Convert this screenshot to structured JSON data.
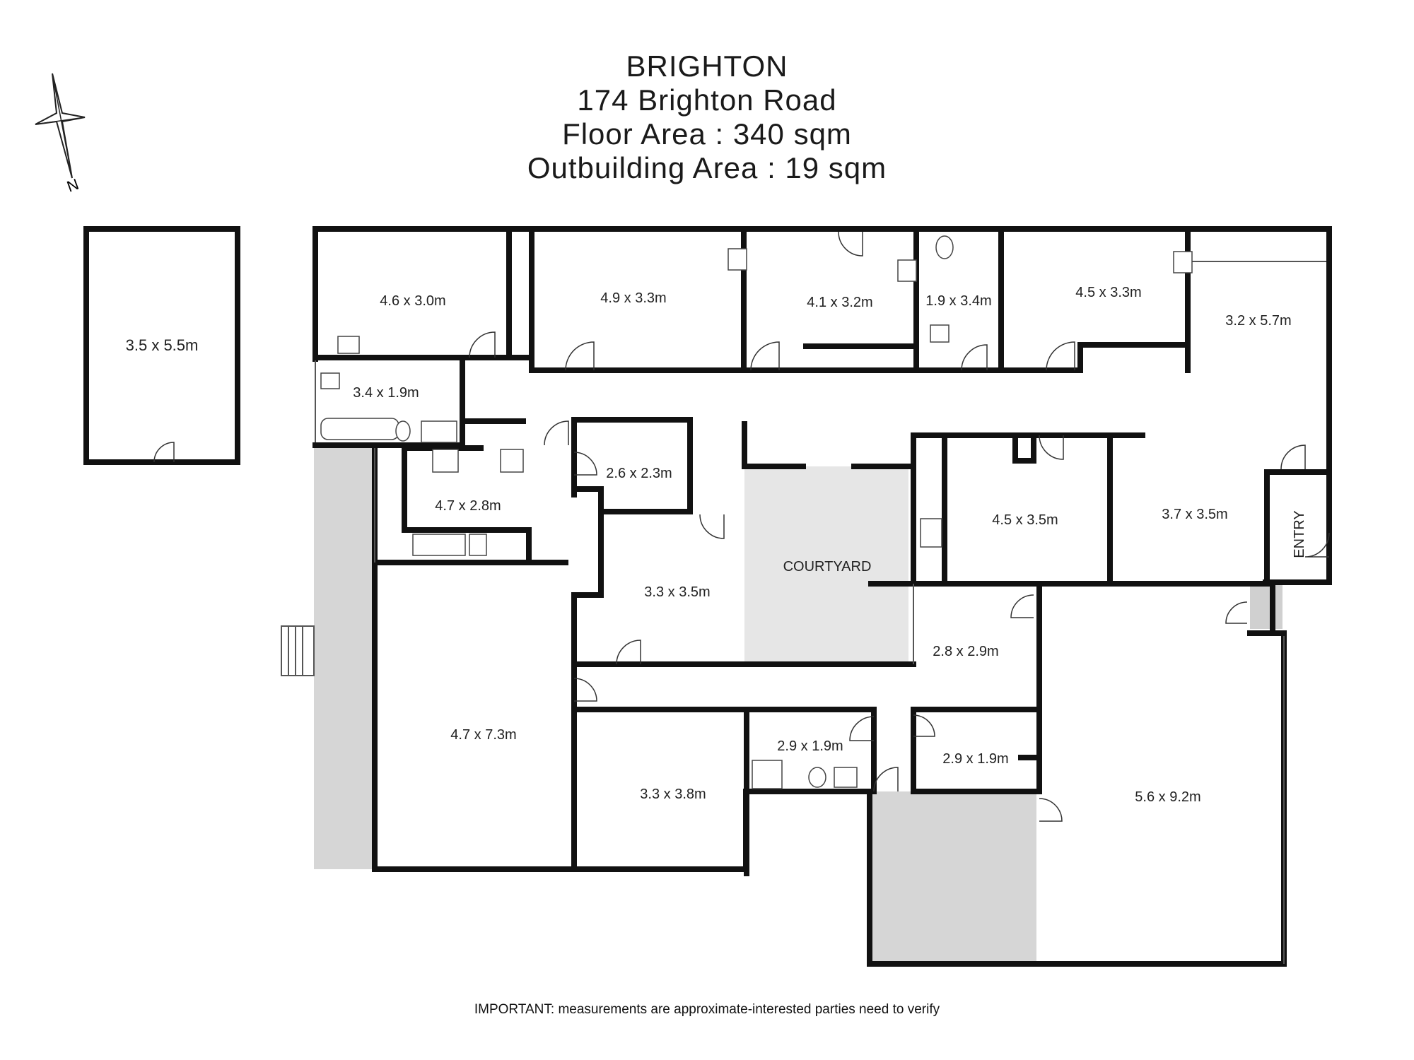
{
  "header": {
    "title": "BRIGHTON",
    "address": "174 Brighton Road",
    "floor_area": "Floor Area : 340 sqm",
    "outbuilding_area": "Outbuilding Area : 19 sqm"
  },
  "compass": {
    "label": "N"
  },
  "rooms": {
    "outbuilding": "3.5 x 5.5m",
    "bed_nw": "4.6 x 3.0m",
    "bath": "3.4 x 1.9m",
    "bed_2": "4.9 x 3.3m",
    "bed_3": "4.1 x 3.2m",
    "ensuite_small": "1.9 x 3.4m",
    "bed_4": "4.5 x 3.3m",
    "room_ne": "3.2 x 5.7m",
    "kitchen": "4.7 x 2.8m",
    "study": "2.6 x 2.3m",
    "room_center": "3.3 x 3.5m",
    "courtyard": "COURTYARD",
    "room_45x35": "4.5 x 3.5m",
    "room_37x35": "3.7 x 3.5m",
    "entry": "ENTRY",
    "living": "4.7 x 7.3m",
    "hall_28x29": "2.8 x 2.9m",
    "bed_sw": "3.3 x 3.8m",
    "wc_a": "2.9 x 1.9m",
    "wc_b": "2.9 x 1.9m",
    "garage": "5.6 x 9.2m"
  },
  "footer": {
    "note": "IMPORTANT: measurements are approximate-interested parties need to verify"
  },
  "colors": {
    "wall": "#111111",
    "shaded": "#d6d6d6",
    "courtyard": "#e6e6e6"
  }
}
